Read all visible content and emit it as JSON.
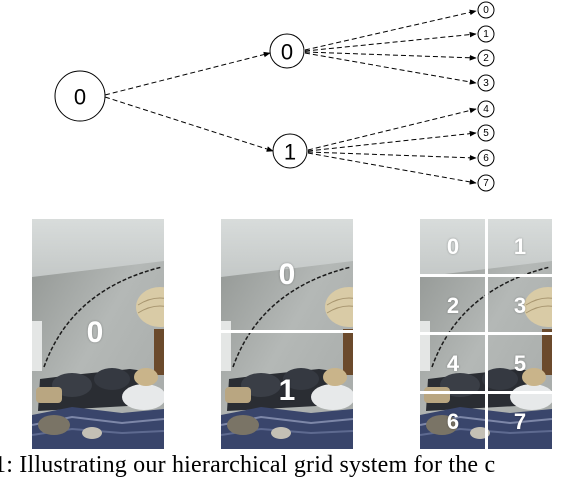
{
  "tree": {
    "root": {
      "label": "0"
    },
    "level1": [
      {
        "label": "0"
      },
      {
        "label": "1"
      }
    ],
    "level2": [
      {
        "label": "0"
      },
      {
        "label": "1"
      },
      {
        "label": "2"
      },
      {
        "label": "3"
      },
      {
        "label": "4"
      },
      {
        "label": "5"
      },
      {
        "label": "6"
      },
      {
        "label": "7"
      }
    ]
  },
  "panels": [
    {
      "cells": [
        "0"
      ]
    },
    {
      "cells": [
        "0",
        "1"
      ]
    },
    {
      "cells": [
        "0",
        "1",
        "2",
        "3",
        "4",
        "5",
        "6",
        "7"
      ]
    }
  ],
  "caption": "1: Illustrating our hierarchical grid system for the c"
}
